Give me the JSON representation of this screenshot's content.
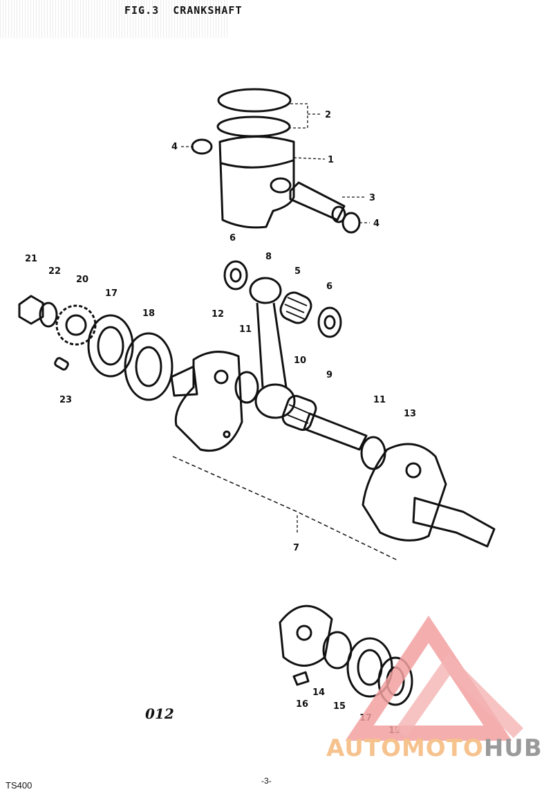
{
  "header": {
    "fig": "FIG.3",
    "title": "CRANKSHAFT"
  },
  "parts": [
    {
      "id": "p2",
      "text": "2"
    },
    {
      "id": "p1",
      "text": "1"
    },
    {
      "id": "p4a",
      "text": "4"
    },
    {
      "id": "p3",
      "text": "3"
    },
    {
      "id": "p4b",
      "text": "4"
    },
    {
      "id": "p6a",
      "text": "6"
    },
    {
      "id": "p8",
      "text": "8"
    },
    {
      "id": "p5",
      "text": "5"
    },
    {
      "id": "p6b",
      "text": "6"
    },
    {
      "id": "p21",
      "text": "21"
    },
    {
      "id": "p22",
      "text": "22"
    },
    {
      "id": "p20",
      "text": "20"
    },
    {
      "id": "p17a",
      "text": "17"
    },
    {
      "id": "p18",
      "text": "18"
    },
    {
      "id": "p12",
      "text": "12"
    },
    {
      "id": "p11a",
      "text": "11"
    },
    {
      "id": "p10",
      "text": "10"
    },
    {
      "id": "p9",
      "text": "9"
    },
    {
      "id": "p11b",
      "text": "11"
    },
    {
      "id": "p13",
      "text": "13"
    },
    {
      "id": "p23",
      "text": "23"
    },
    {
      "id": "p7",
      "text": "7"
    },
    {
      "id": "p14",
      "text": "14"
    },
    {
      "id": "p15",
      "text": "15"
    },
    {
      "id": "p16",
      "text": "16"
    },
    {
      "id": "p17b",
      "text": "17"
    },
    {
      "id": "p19",
      "text": "19"
    }
  ],
  "code": "012",
  "model": "TS400",
  "page_number": "-3-",
  "watermark": {
    "part1": "AUTOMOTO",
    "part2": "HUB",
    "color": "#e94b4b"
  }
}
